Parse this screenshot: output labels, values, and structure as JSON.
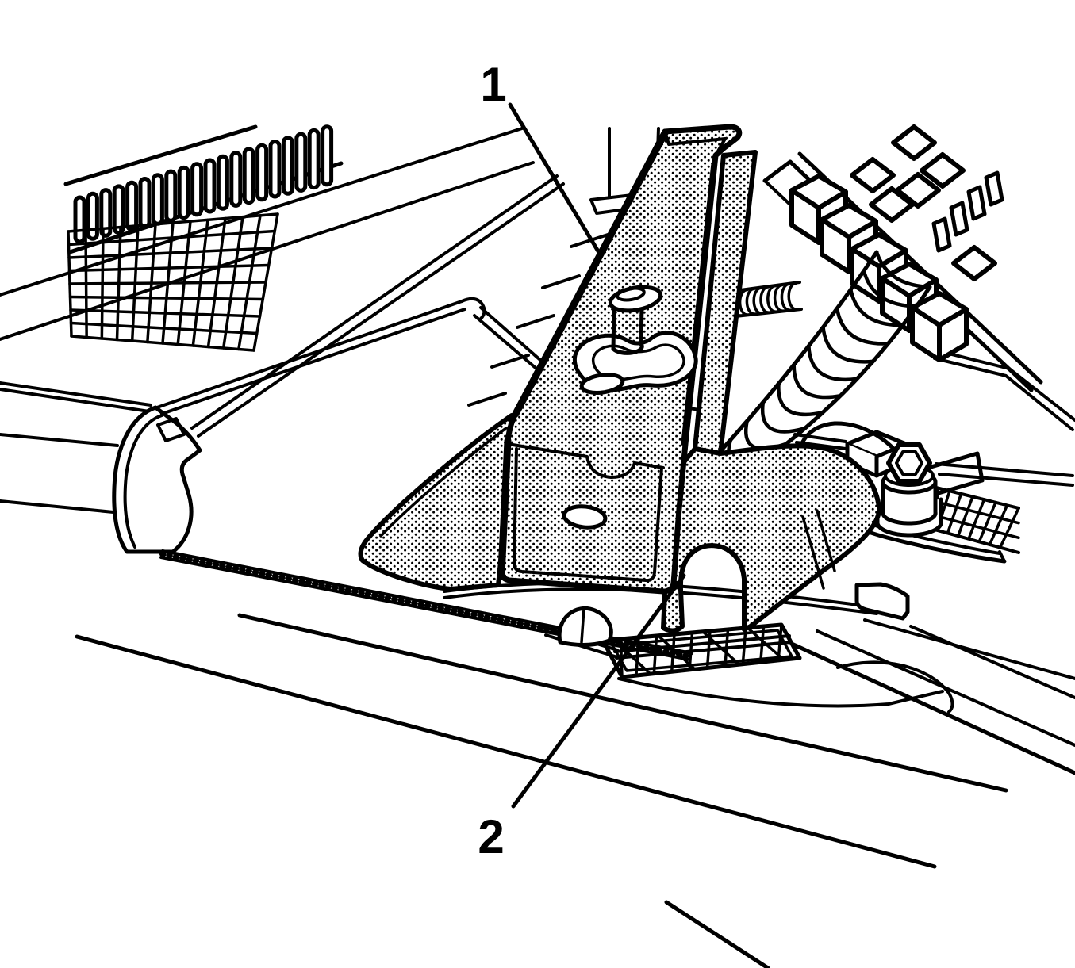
{
  "figure": {
    "type": "technical-line-illustration",
    "callouts": [
      {
        "id": 1,
        "label": "1"
      },
      {
        "id": 2,
        "label": "2"
      }
    ]
  },
  "colors": {
    "ink": "#000000",
    "paper": "#ffffff"
  }
}
